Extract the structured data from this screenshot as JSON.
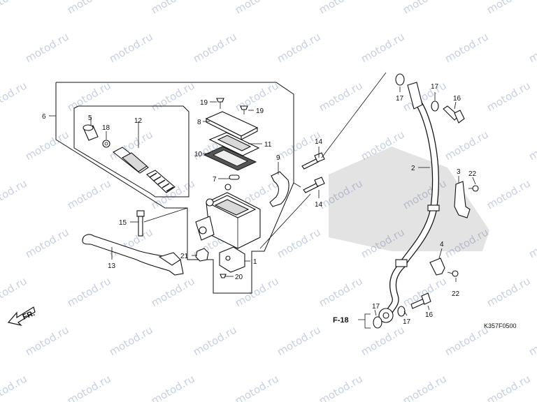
{
  "watermark": "motod.ru",
  "diagram_code": "K357F0500",
  "direction_label": "FR.",
  "reference_label": "F-18",
  "callouts": {
    "c1": "1",
    "c2": "2",
    "c3": "3",
    "c4": "4",
    "c5": "5",
    "c6": "6",
    "c7": "7",
    "c8": "8",
    "c9": "9",
    "c10": "10",
    "c11": "11",
    "c12": "12",
    "c13": "13",
    "c14a": "14",
    "c14b": "14",
    "c15": "15",
    "c16a": "16",
    "c16b": "16",
    "c17a": "17",
    "c17b": "17",
    "c17c": "17",
    "c17d": "17",
    "c18": "18",
    "c19a": "19",
    "c19b": "19",
    "c20": "20",
    "c21": "21",
    "c22a": "22",
    "c22b": "22"
  }
}
